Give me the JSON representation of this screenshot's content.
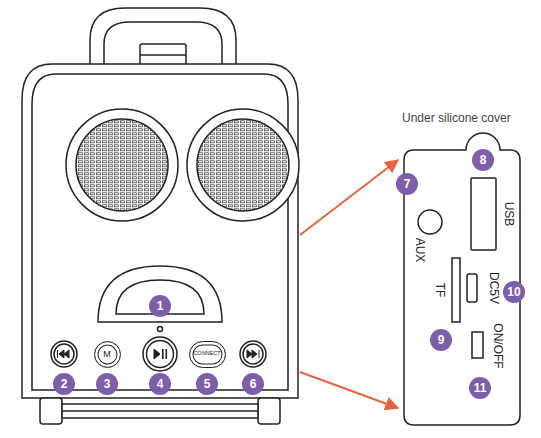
{
  "diagram": {
    "nodes": [
      {
        "text": [
          "1"
        ]
      },
      {
        "text": [
          "M"
        ]
      },
      {
        "text": [
          "CONNECT"
        ]
      },
      {
        "text": [
          "2"
        ]
      },
      {
        "text": [
          "3"
        ]
      },
      {
        "text": [
          "4"
        ]
      },
      {
        "text": [
          "5"
        ]
      },
      {
        "text": [
          "6"
        ]
      },
      {
        "text": [
          "Under silicone cover"
        ]
      },
      {
        "text": [
          "7"
        ],
        "in": 8
      },
      {
        "text": [
          "8"
        ],
        "in": 8
      },
      {
        "text": [
          "9"
        ],
        "in": 8
      },
      {
        "text": [
          "10"
        ],
        "in": 8
      },
      {
        "text": [
          "11"
        ],
        "in": 8
      }
    ],
    "labels": [
      "USB",
      "AUX",
      "DC5V",
      "TF",
      "ON/OFF"
    ]
  }
}
